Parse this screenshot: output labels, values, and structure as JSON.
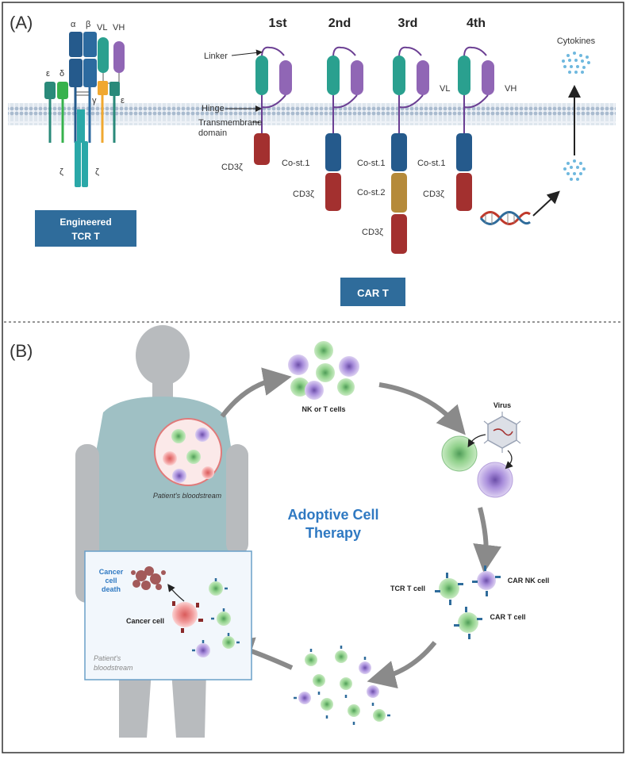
{
  "panel_a": {
    "label": "(A)",
    "tcr": {
      "chains": {
        "alpha": "α",
        "beta": "β",
        "vl": "VL",
        "vh": "VH",
        "epsilon_left": "ε",
        "delta": "δ",
        "gamma": "γ",
        "epsilon_right": "ε",
        "zeta_left": "ζ",
        "zeta_right": "ζ"
      },
      "box_line1": "Engineered",
      "box_line2": "TCR T"
    },
    "car": {
      "generations": [
        "1st",
        "2nd",
        "3rd",
        "4th"
      ],
      "annotations": {
        "linker": "Linker",
        "hinge": "Hinge",
        "tm_line1": "Transmembrane",
        "tm_line2": "domain"
      },
      "labels": {
        "vl": "VL",
        "vh": "VH",
        "cd3z": "CD3ζ",
        "cost1": "Co-st.1",
        "cost2": "Co-st.2"
      },
      "cytokines": "Cytokines",
      "box": "CAR T"
    }
  },
  "panel_b": {
    "label": "(B)",
    "bloodstream_caption": "Patient's bloodstream",
    "nk_t_label": "NK or T cells",
    "virus_label": "Virus",
    "title_line1": "Adoptive Cell",
    "title_line2": "Therapy",
    "tcr_t_cell": "TCR T cell",
    "car_nk_cell": "CAR NK cell",
    "car_t_cell": "CAR T cell",
    "inset": {
      "cancer_death_line1": "Cancer",
      "cancer_death_line2": "cell",
      "cancer_death_line3": "death",
      "cancer_cell": "Cancer cell",
      "caption_line1": "Patient's",
      "caption_line2": "bloodstream"
    }
  },
  "colors": {
    "border": "#333333",
    "membrane": "#b9c7d6",
    "teal": "#2aa08f",
    "purple": "#9066b5",
    "navy": "#255a8c",
    "red": "#a3302f",
    "ochre": "#b58a3a",
    "box": "#2f6c9b",
    "title_blue": "#2f79c2",
    "cell_green": "#7ec47e",
    "cell_purple": "#a68ad8",
    "human": "#b8bbbe",
    "gown": "#9fc0c4"
  }
}
